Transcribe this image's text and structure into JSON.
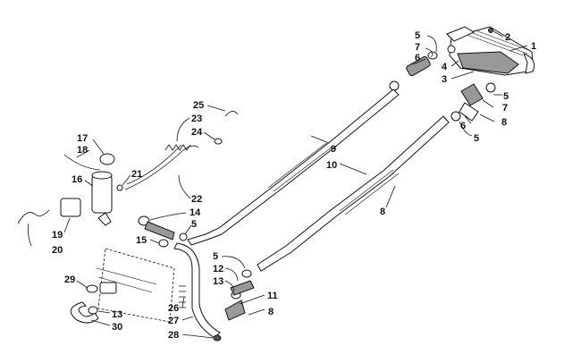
{
  "diagram": {
    "callouts": [
      {
        "id": "c1",
        "text": "1"
      },
      {
        "id": "c2",
        "text": "2"
      },
      {
        "id": "c3",
        "text": "3"
      },
      {
        "id": "c4",
        "text": "4"
      },
      {
        "id": "c5a",
        "text": "5"
      },
      {
        "id": "c5b",
        "text": "5"
      },
      {
        "id": "c5c",
        "text": "5"
      },
      {
        "id": "c5d",
        "text": "5"
      },
      {
        "id": "c5e",
        "text": "5"
      },
      {
        "id": "c6a",
        "text": "6"
      },
      {
        "id": "c6b",
        "text": "6"
      },
      {
        "id": "c7a",
        "text": "7"
      },
      {
        "id": "c7b",
        "text": "7"
      },
      {
        "id": "c8a",
        "text": "8"
      },
      {
        "id": "c8b",
        "text": "8"
      },
      {
        "id": "c8c",
        "text": "8"
      },
      {
        "id": "c9",
        "text": "9"
      },
      {
        "id": "c10",
        "text": "10"
      },
      {
        "id": "c11",
        "text": "11"
      },
      {
        "id": "c12",
        "text": "12"
      },
      {
        "id": "c13a",
        "text": "13"
      },
      {
        "id": "c13b",
        "text": "13"
      },
      {
        "id": "c14",
        "text": "14"
      },
      {
        "id": "c15",
        "text": "15"
      },
      {
        "id": "c16",
        "text": "16"
      },
      {
        "id": "c17",
        "text": "17"
      },
      {
        "id": "c18",
        "text": "18"
      },
      {
        "id": "c19",
        "text": "19"
      },
      {
        "id": "c20",
        "text": "20"
      },
      {
        "id": "c21",
        "text": "21"
      },
      {
        "id": "c22",
        "text": "22"
      },
      {
        "id": "c23",
        "text": "23"
      },
      {
        "id": "c24",
        "text": "24"
      },
      {
        "id": "c25",
        "text": "25"
      },
      {
        "id": "c26",
        "text": "26"
      },
      {
        "id": "c27",
        "text": "27"
      },
      {
        "id": "c28",
        "text": "28"
      },
      {
        "id": "c29",
        "text": "29"
      },
      {
        "id": "c30",
        "text": "30"
      }
    ]
  }
}
